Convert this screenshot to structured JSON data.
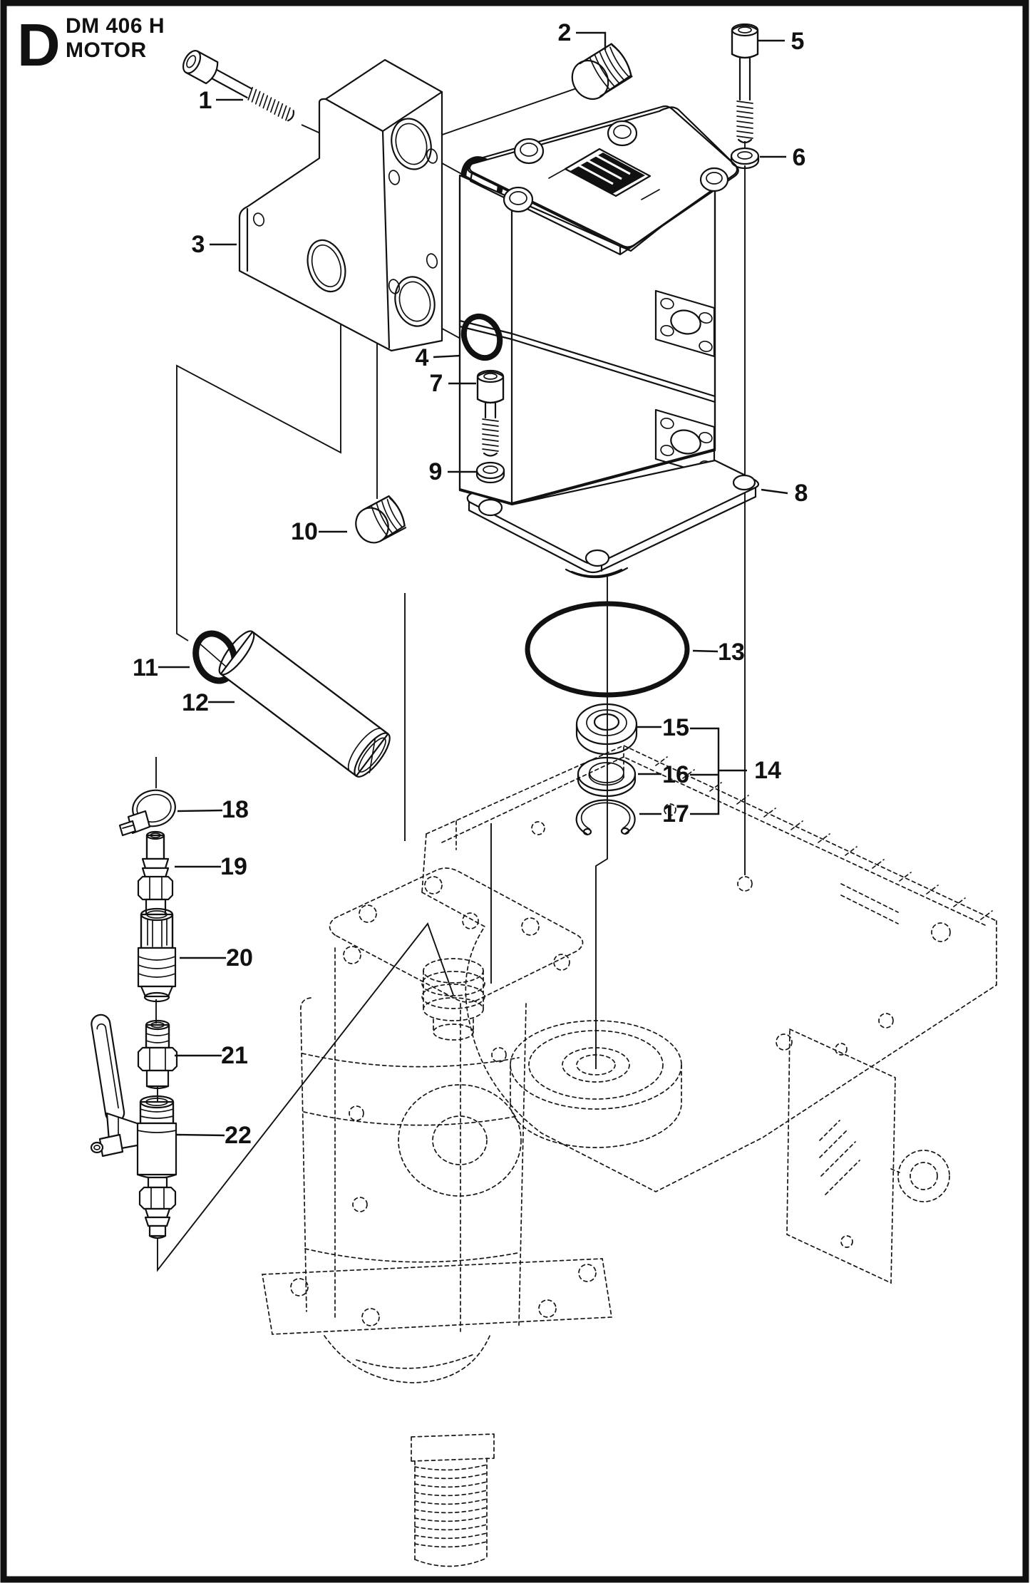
{
  "header": {
    "section_letter": "D",
    "model": "DM 406 H",
    "title": "MOTOR"
  },
  "callouts": [
    {
      "number": "1"
    },
    {
      "number": "2"
    },
    {
      "number": "3"
    },
    {
      "number": "4"
    },
    {
      "number": "5"
    },
    {
      "number": "6"
    },
    {
      "number": "7"
    },
    {
      "number": "8"
    },
    {
      "number": "9"
    },
    {
      "number": "10"
    },
    {
      "number": "11"
    },
    {
      "number": "12"
    },
    {
      "number": "13"
    },
    {
      "number": "14"
    },
    {
      "number": "15"
    },
    {
      "number": "16"
    },
    {
      "number": "17"
    },
    {
      "number": "18"
    },
    {
      "number": "19"
    },
    {
      "number": "20"
    },
    {
      "number": "21"
    },
    {
      "number": "22"
    }
  ],
  "colors": {
    "ink": "#111111",
    "background": "#ffffff"
  }
}
